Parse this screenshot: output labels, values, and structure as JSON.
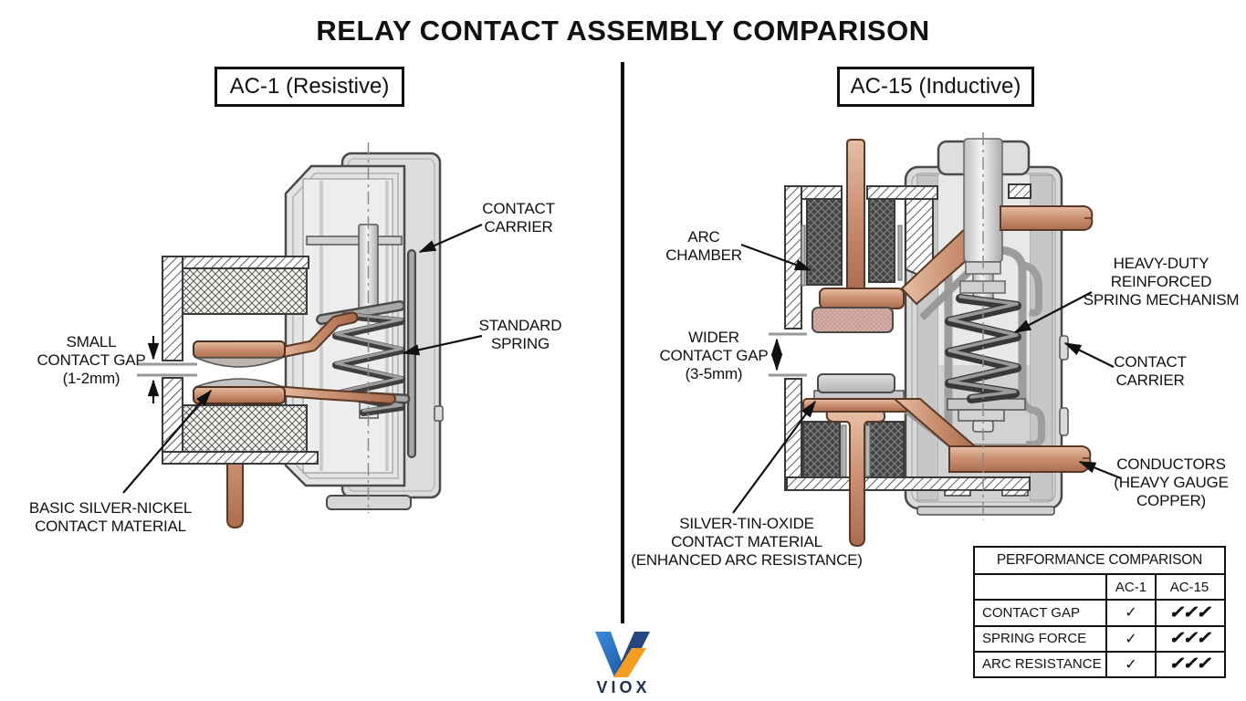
{
  "title": "RELAY CONTACT ASSEMBLY COMPARISON",
  "panels": {
    "left": {
      "heading": "AC-1 (Resistive)",
      "labels": {
        "contact_carrier": [
          "CONTACT",
          "CARRIER"
        ],
        "standard_spring": [
          "STANDARD",
          "SPRING"
        ],
        "small_gap": [
          "SMALL",
          "CONTACT GAP",
          "(1-2mm)"
        ],
        "silver_nickel": [
          "BASIC SILVER-NICKEL",
          "CONTACT MATERIAL"
        ]
      }
    },
    "right": {
      "heading": "AC-15 (Inductive)",
      "labels": {
        "arc_chamber": [
          "ARC",
          "CHAMBER"
        ],
        "wider_gap": [
          "WIDER",
          "CONTACT GAP",
          "(3-5mm)"
        ],
        "heavy_duty": [
          "HEAVY-DUTY",
          "REINFORCED",
          "SPRING MECHANISM"
        ],
        "contact_carrier": [
          "CONTACT",
          "CARRIER"
        ],
        "conductors": [
          "CONDUCTORS",
          "(HEAVY GAUGE",
          "COPPER)"
        ],
        "silver_tin": [
          "SILVER-TIN-OXIDE",
          "CONTACT MATERIAL",
          "(ENHANCED ARC RESISTANCE)"
        ]
      }
    }
  },
  "table": {
    "title": "PERFORMANCE COMPARISON",
    "columns": [
      "AC-1",
      "AC-15"
    ],
    "rows": [
      {
        "label": "CONTACT GAP",
        "ac1": "✓",
        "ac15": "✓✓✓"
      },
      {
        "label": "SPRING FORCE",
        "ac1": "✓",
        "ac15": "✓✓✓"
      },
      {
        "label": "ARC RESISTANCE",
        "ac1": "✓",
        "ac15": "✓✓✓"
      }
    ]
  },
  "logo": {
    "text": "VIOX"
  },
  "colors": {
    "copper": "#c98a6d",
    "accent_orange": "#f59d1f",
    "accent_blue": "#2a6fc2",
    "navy": "#1e3150"
  }
}
